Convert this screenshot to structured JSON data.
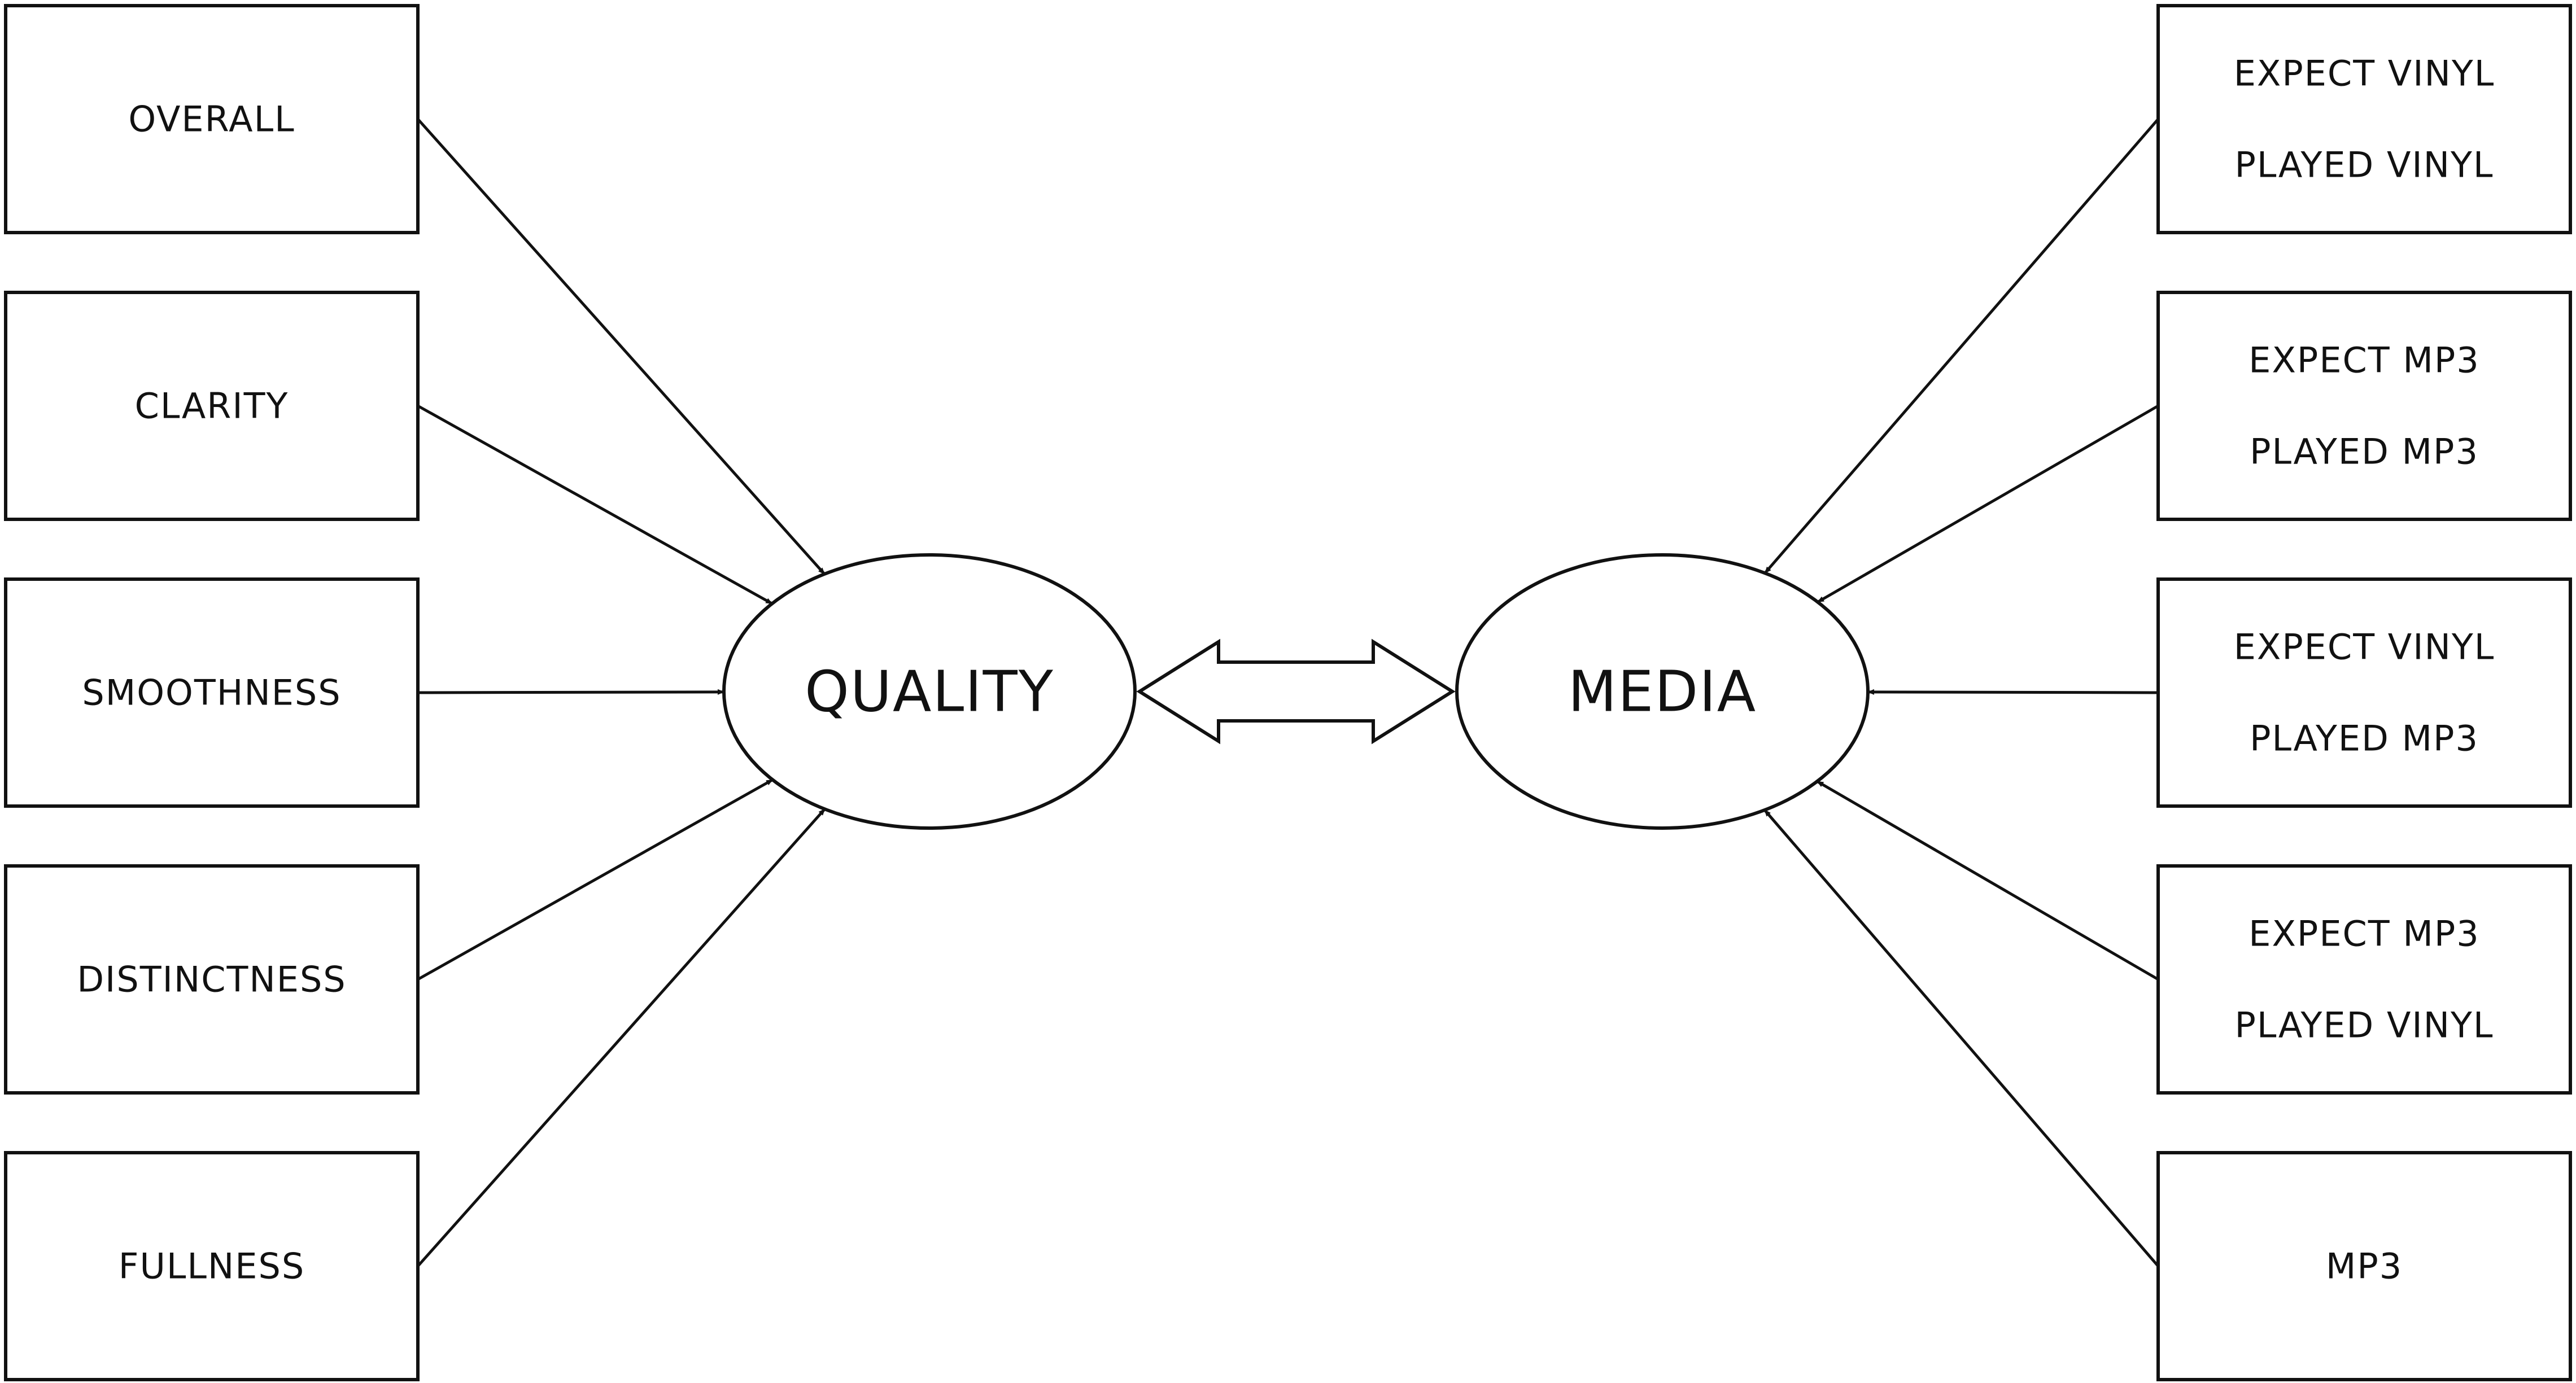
{
  "diagram": {
    "left_indicators": [
      {
        "id": "overall",
        "lines": [
          "OVERALL"
        ],
        "target": "quality"
      },
      {
        "id": "clarity",
        "lines": [
          "CLARITY"
        ],
        "target": "quality"
      },
      {
        "id": "smoothness",
        "lines": [
          "SMOOTHNESS"
        ],
        "target": "quality"
      },
      {
        "id": "distinctness",
        "lines": [
          "DISTINCTNESS"
        ],
        "target": "quality"
      },
      {
        "id": "fullness",
        "lines": [
          "FULLNESS"
        ],
        "target": "quality"
      }
    ],
    "right_indicators": [
      {
        "id": "expect-vinyl-played-vinyl",
        "lines": [
          "EXPECT VINYL",
          "PLAYED VINYL"
        ],
        "target": "media"
      },
      {
        "id": "expect-mp3-played-mp3",
        "lines": [
          "EXPECT MP3",
          "PLAYED MP3"
        ],
        "target": "media"
      },
      {
        "id": "expect-vinyl-played-mp3",
        "lines": [
          "EXPECT VINYL",
          "PLAYED MP3"
        ],
        "target": "media"
      },
      {
        "id": "expect-mp3-played-vinyl",
        "lines": [
          "EXPECT MP3",
          "PLAYED VINYL"
        ],
        "target": "media"
      },
      {
        "id": "mp3",
        "lines": [
          "MP3"
        ],
        "target": "media"
      }
    ],
    "latent_nodes": {
      "quality": {
        "label": "QUALITY"
      },
      "media": {
        "label": "MEDIA"
      }
    },
    "connection": {
      "from": "quality",
      "to": "media",
      "type": "bidirectional"
    },
    "colors": {
      "stroke": "#111111",
      "background": "#ffffff",
      "text": "#111111"
    }
  }
}
